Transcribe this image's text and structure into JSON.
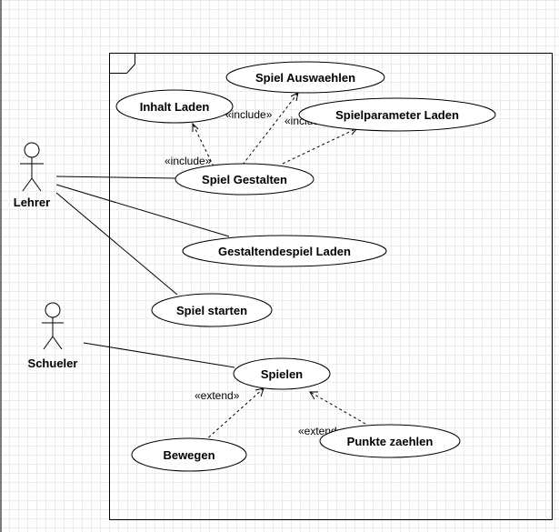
{
  "diagram": {
    "actors": {
      "teacher": "Lehrer",
      "student": "Schueler"
    },
    "use_cases": {
      "spiel_auswaehlen": "Spiel Auswaehlen",
      "inhalt_laden": "Inhalt Laden",
      "spielparameter_laden": "Spielparameter Laden",
      "spiel_gestalten": "Spiel Gestalten",
      "gestaltendespiel_laden": "Gestaltendespiel Laden",
      "spiel_starten": "Spiel starten",
      "spielen": "Spielen",
      "bewegen": "Bewegen",
      "punkte_zaehlen": "Punkte zaehlen"
    },
    "stereotypes": {
      "include_inhalt": "«include»",
      "include_auswaehlen": "«include»",
      "include_parameter": "«include»",
      "extend_bewegen": "«extend»",
      "extend_punkte": "«extend»"
    }
  }
}
